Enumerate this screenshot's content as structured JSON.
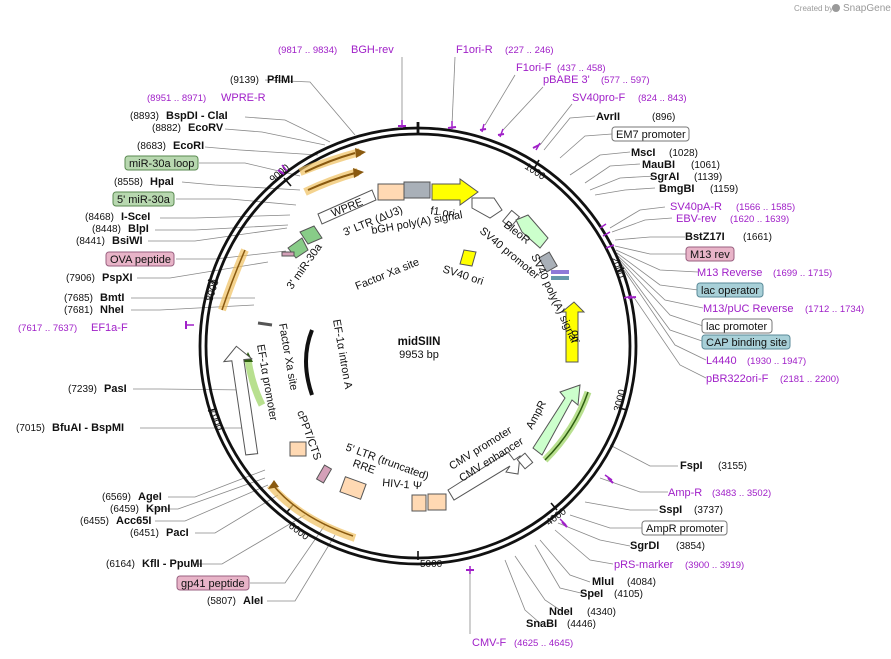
{
  "credit": {
    "created_by": "Created by",
    "logo": "SnapGene"
  },
  "plasmid": {
    "name": "midSIIN",
    "size": "9953 bp"
  },
  "ticks": [
    "1000",
    "2000",
    "3000",
    "4000",
    "5000",
    "6000",
    "7000",
    "8000",
    "9000"
  ],
  "sites": [
    {
      "name": "PflMI",
      "pos": "(9139)"
    },
    {
      "name": "BspDI - ClaI",
      "pos": "(8893)"
    },
    {
      "name": "EcoRV",
      "pos": "(8882)"
    },
    {
      "name": "EcoRI",
      "pos": "(8683)"
    },
    {
      "name": "HpaI",
      "pos": "(8558)"
    },
    {
      "name": "I-SceI",
      "pos": "(8468)"
    },
    {
      "name": "BlpI",
      "pos": "(8448)"
    },
    {
      "name": "BsiWI",
      "pos": "(8441)"
    },
    {
      "name": "PspXI",
      "pos": "(7906)"
    },
    {
      "name": "BmtI",
      "pos": "(7685)"
    },
    {
      "name": "NheI",
      "pos": "(7681)"
    },
    {
      "name": "PasI",
      "pos": "(7239)"
    },
    {
      "name": "BfuAI - BspMI",
      "pos": "(7015)"
    },
    {
      "name": "AgeI",
      "pos": "(6569)"
    },
    {
      "name": "KpnI",
      "pos": "(6459)"
    },
    {
      "name": "Acc65I",
      "pos": "(6455)"
    },
    {
      "name": "PacI",
      "pos": "(6451)"
    },
    {
      "name": "KflI - PpuMI",
      "pos": "(6164)"
    },
    {
      "name": "AleI",
      "pos": "(5807)"
    },
    {
      "name": "AvrII",
      "pos": "(896)"
    },
    {
      "name": "MscI",
      "pos": "(1028)"
    },
    {
      "name": "MauBI",
      "pos": "(1061)"
    },
    {
      "name": "SgrAI",
      "pos": "(1139)"
    },
    {
      "name": "BmgBI",
      "pos": "(1159)"
    },
    {
      "name": "BstZ17I",
      "pos": "(1661)"
    },
    {
      "name": "FspI",
      "pos": "(3155)"
    },
    {
      "name": "SspI",
      "pos": "(3737)"
    },
    {
      "name": "SgrDI",
      "pos": "(3854)"
    },
    {
      "name": "MluI",
      "pos": "(4084)"
    },
    {
      "name": "SpeI",
      "pos": "(4105)"
    },
    {
      "name": "NdeI",
      "pos": "(4340)"
    },
    {
      "name": "SnaBI",
      "pos": "(4446)"
    }
  ],
  "primers": [
    {
      "range": "(9817 .. 9834)",
      "name": "BGH-rev"
    },
    {
      "name": "F1ori-R",
      "range": "(227 .. 246)"
    },
    {
      "name": "F1ori-F",
      "range": "(437 .. 458)"
    },
    {
      "name": "pBABE 3'",
      "range": "(577 .. 597)"
    },
    {
      "name": "SV40pro-F",
      "range": "(824 .. 843)"
    },
    {
      "range": "(8951 .. 8971)",
      "name": "WPRE-R"
    },
    {
      "range": "(7617 .. 7637)",
      "name": "EF1a-F"
    },
    {
      "name": "SV40pA-R",
      "range": "(1566 .. 1585)"
    },
    {
      "name": "EBV-rev",
      "range": "(1620 .. 1639)"
    },
    {
      "name": "M13 Reverse",
      "range": "(1699 .. 1715)"
    },
    {
      "name": "M13/pUC Reverse",
      "range": "(1712 .. 1734)"
    },
    {
      "name": "L4440",
      "range": "(1930 .. 1947)"
    },
    {
      "name": "pBR322ori-F",
      "range": "(2181 .. 2200)"
    },
    {
      "name": "Amp-R",
      "range": "(3483 .. 3502)"
    },
    {
      "name": "pRS-marker",
      "range": "(3900 .. 3919)"
    },
    {
      "name": "CMV-F",
      "range": "(4625 .. 4645)"
    }
  ],
  "boxed": {
    "mir30a_loop": "miR-30a loop",
    "five_mir30a": "5' miR-30a",
    "ova_peptide": "OVA peptide",
    "gp41_peptide": "gp41 peptide",
    "em7_promoter": "EM7 promoter",
    "m13_rev": "M13 rev",
    "lac_operator": "lac operator",
    "lac_promoter": "lac promoter",
    "cap_binding_site": "CAP binding site",
    "ampr_promoter": "AmpR promoter"
  },
  "features": {
    "wpre": "WPRE",
    "ltr3": "3' LTR (ΔU3)",
    "f1ori": "f1 ori",
    "bgh": "bGH poly(A) signal",
    "bleor": "BleoR",
    "sv40promoter": "SV40 promoter",
    "sv40polya": "SV40 poly(A) signal",
    "sv40ori": "SV40 ori",
    "ori": "ori",
    "factorxa_top": "Factor Xa site",
    "mir30a3": "3' miR-30a",
    "efintron": "EF-1α intron A",
    "factorxa_left": "Factor Xa site",
    "ef1a_promoter": "EF-1α promoter",
    "cppt": "cPPT/CTS",
    "ltr5": "5' LTR (truncated)",
    "rre": "RRE",
    "hiv": "HIV-1 Ψ",
    "cmv_promoter": "CMV promoter",
    "cmv_enhancer": "CMV enhancer",
    "ampr": "AmpR"
  },
  "colors": {
    "backbone": "#111111",
    "primer": "#a020c8",
    "ori": "#ffff00",
    "ampr": "#ccffcc",
    "rre_ltr": "#ffd9b3",
    "orange_feature": "#f0c060",
    "green_promoter": "#88cc44",
    "box_green": "#b8d8b0",
    "box_pink": "#e8b4c8",
    "box_blue": "#a8d0d8"
  }
}
